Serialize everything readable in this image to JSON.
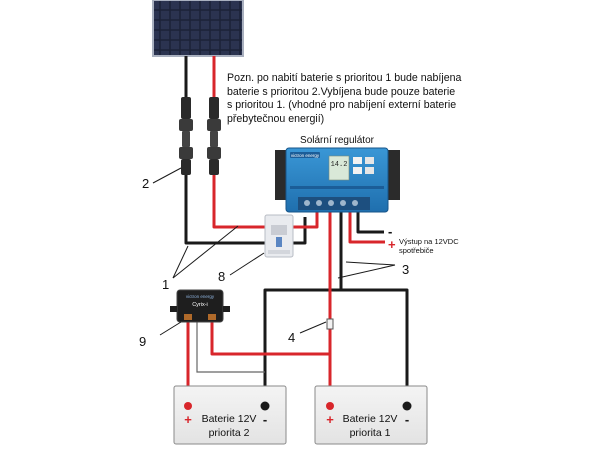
{
  "note": {
    "lines": [
      "Pozn. po nabití baterie s prioritou 1 bude nabíjena",
      "baterie s prioritou 2.Vybíjena bude pouze baterie",
      "s prioritou 1. (vhodné pro nabíjení externí baterie",
      "přebytečnou energií)"
    ]
  },
  "regulator": {
    "title": "Solární regulátor",
    "brand": "victron energy",
    "display": "14.2"
  },
  "output": {
    "minus": "-",
    "plus": "+",
    "label_line1": "Výstup na 12VDC",
    "label_line2": "spotřebiče"
  },
  "callouts": [
    "1",
    "2",
    "3",
    "4",
    "8",
    "9"
  ],
  "cyrix": {
    "brand": "victron energy",
    "name": "Cyrix-i"
  },
  "batteries": [
    {
      "line1": "Baterie 12V",
      "line2": "priorita 2",
      "plus": "+",
      "minus": "-"
    },
    {
      "line1": "Baterie 12V",
      "line2": "priorita 1",
      "plus": "+",
      "minus": "-"
    }
  ],
  "colors": {
    "positive_wire": "#d8262b",
    "negative_wire": "#1a1a1a",
    "regulator_body": "#2e86c8",
    "battery_fill": "#efefef"
  },
  "icons": {
    "solar_panel": "solar-panel-icon",
    "mc4_connector": "mc4-connector-icon",
    "breaker": "circuit-breaker-icon",
    "cyrix": "battery-combiner-icon",
    "fuse": "fuse-icon"
  }
}
